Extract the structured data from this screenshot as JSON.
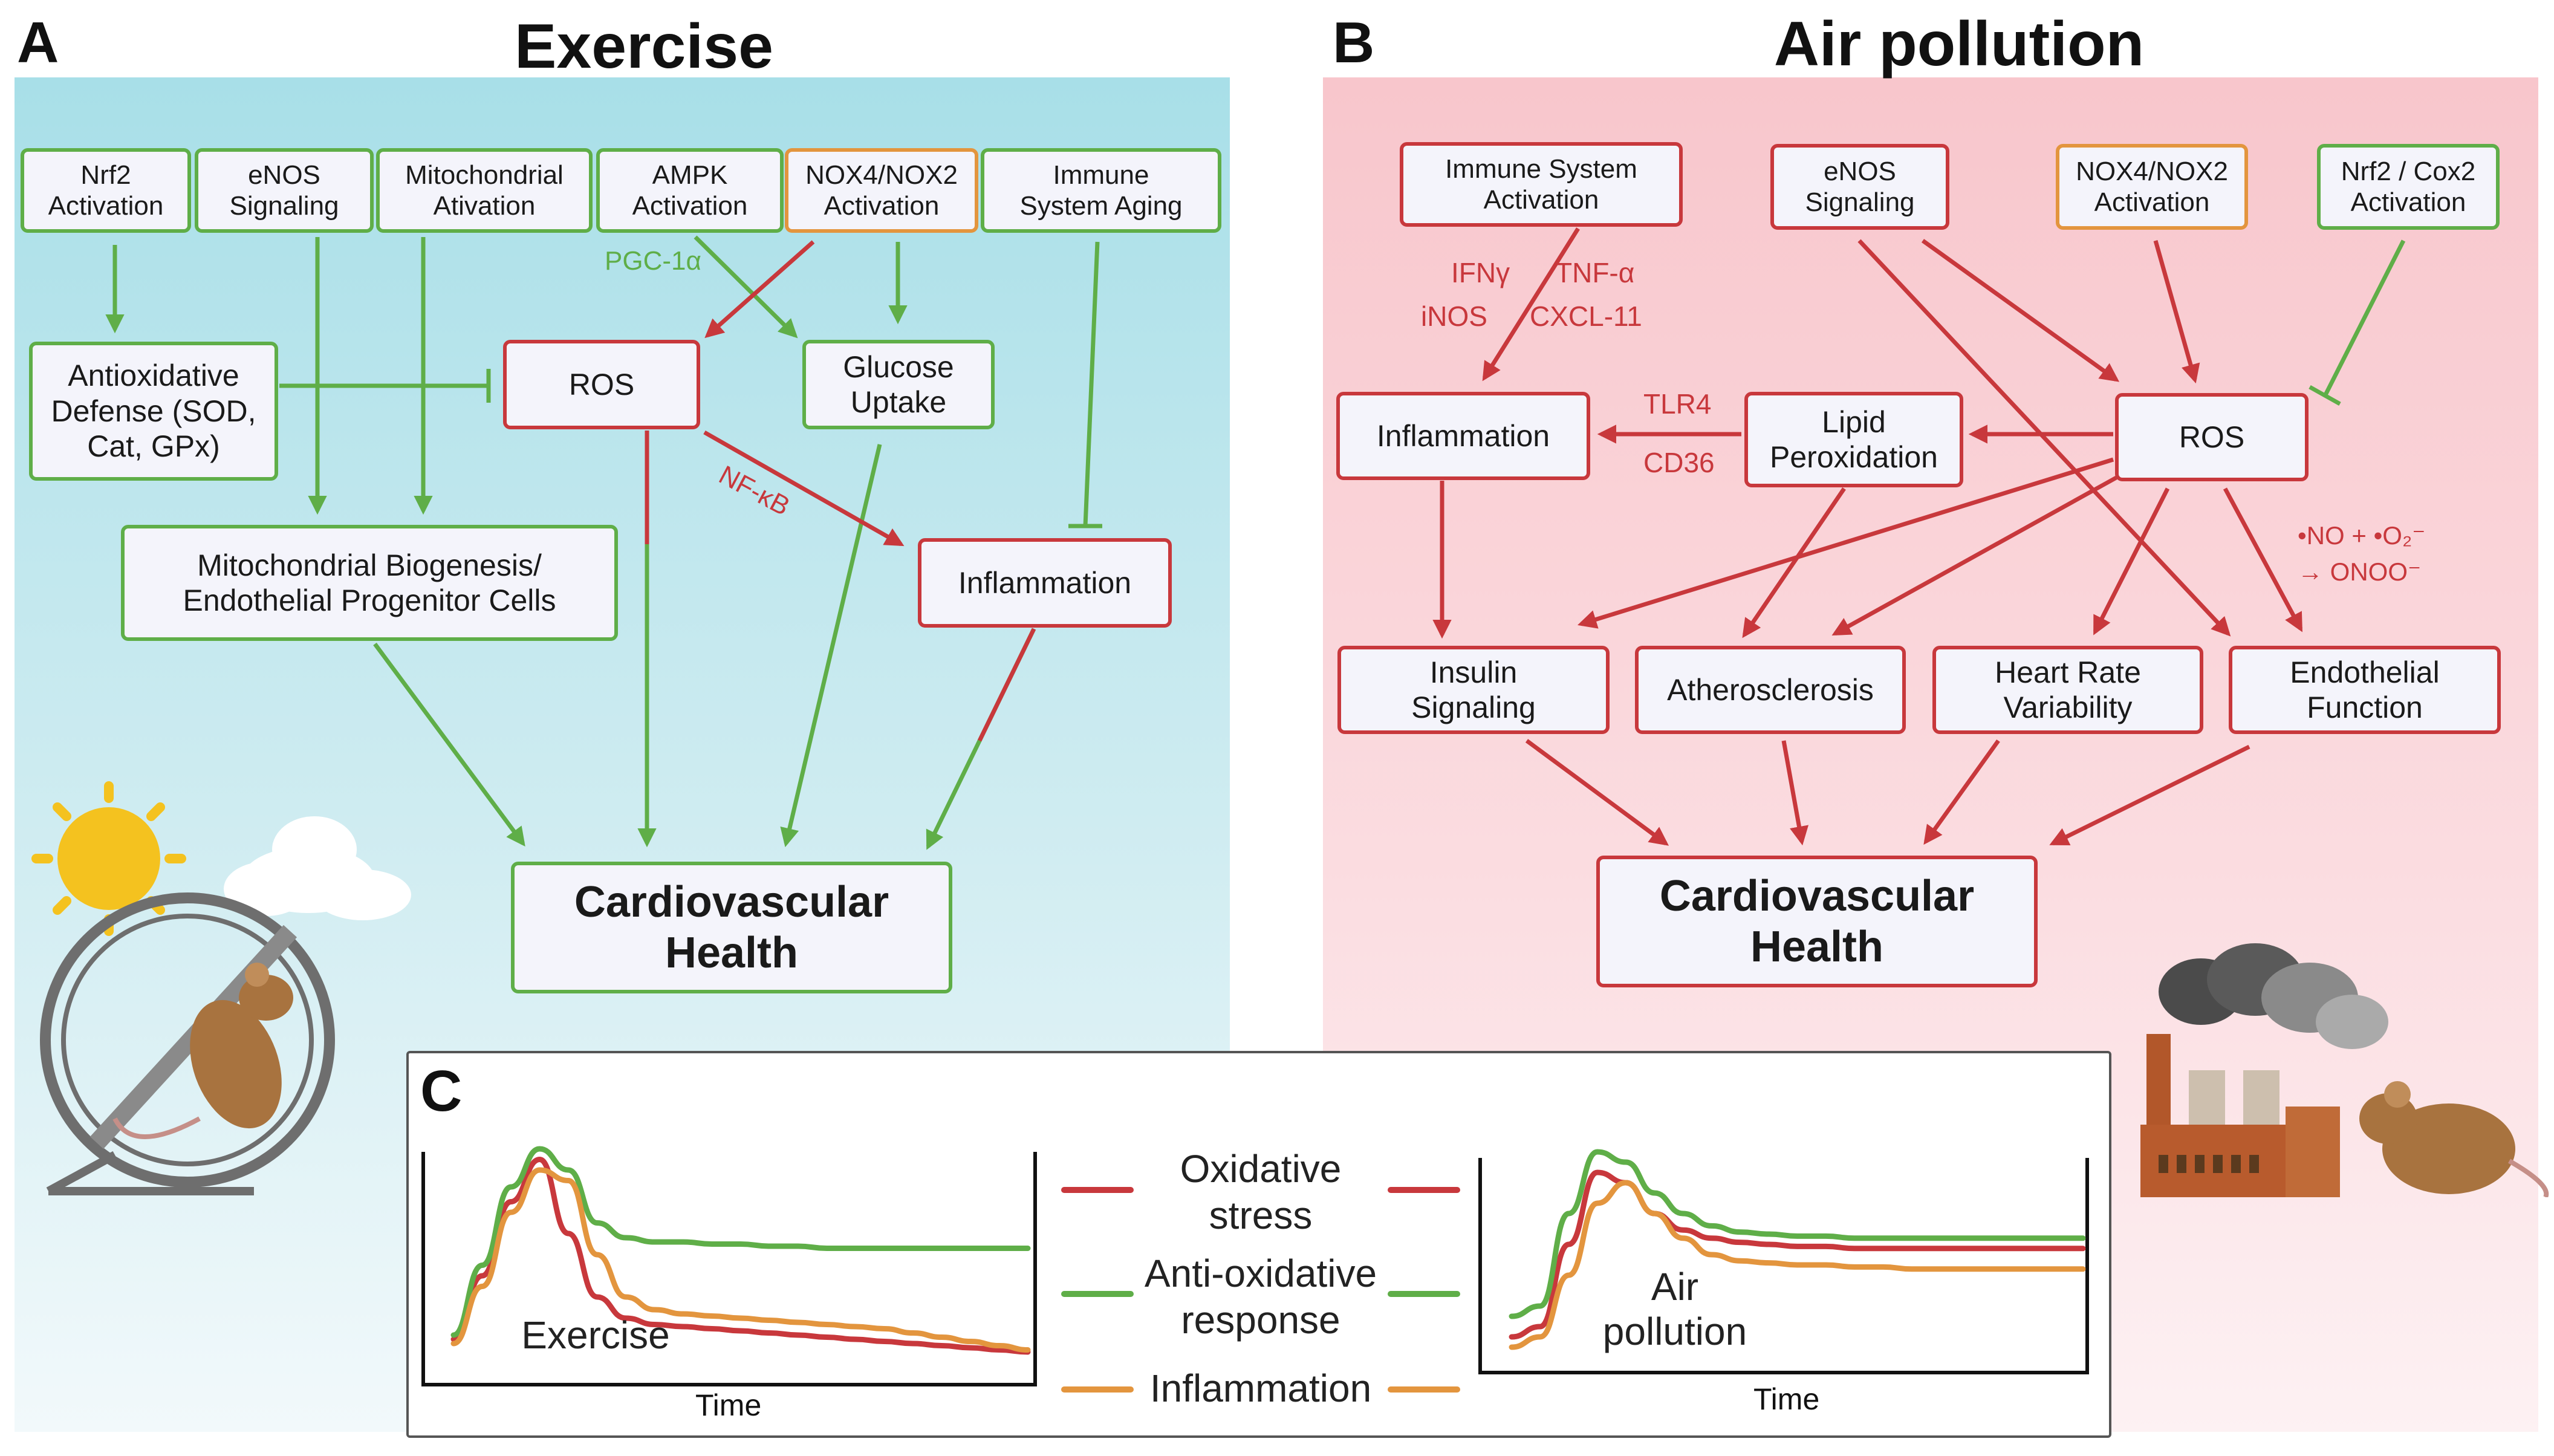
{
  "panels": {
    "a": {
      "letter": "A",
      "title": "Exercise"
    },
    "b": {
      "letter": "B",
      "title": "Air pollution"
    },
    "c": {
      "letter": "C"
    }
  },
  "exercise": {
    "nrf2": "Nrf2\nActivation",
    "enos": "eNOS\nSignaling",
    "mito_activation": "Mitochondrial\nAtivation",
    "ampk": "AMPK\nActivation",
    "nox": "NOX4/NOX2\nActivation",
    "immune_aging": "Immune\nSystem Aging",
    "antioxidative": "Antioxidative\nDefense (SOD,\nCat, GPx)",
    "ros": "ROS",
    "glucose": "Glucose\nUptake",
    "mito_biogenesis": "Mitochondrial Biogenesis/\nEndothelial Progenitor Cells",
    "inflammation": "Inflammation",
    "cardio": "Cardiovascular\nHealth",
    "label_pgc": "PGC-1α",
    "label_nfkb": "NF-κB"
  },
  "pollution": {
    "immune_activation": "Immune System\nActivation",
    "enos": "eNOS\nSignaling",
    "nox": "NOX4/NOX2\nActivation",
    "nrf2_cox2": "Nrf2 / Cox2\nActivation",
    "inflammation": "Inflammation",
    "lipid": "Lipid\nPeroxidation",
    "ros": "ROS",
    "insulin": "Insulin\nSignaling",
    "atherosclerosis": "Atherosclerosis",
    "hrv": "Heart Rate\nVariability",
    "endothelial": "Endothelial\nFunction",
    "cardio": "Cardiovascular\nHealth",
    "label_ifng": "IFNγ",
    "label_tnfa": "TNF-α",
    "label_inos": "iNOS",
    "label_cxcl": "CXCL-11",
    "label_tlr4": "TLR4",
    "label_cd36": "CD36",
    "label_no": "•NO + •O₂⁻",
    "label_onoo": "→ ONOO⁻"
  },
  "legend": {
    "oxidative": "Oxidative\nstress",
    "antioxidative": "Anti-oxidative\nresponse",
    "inflammation": "Inflammation"
  },
  "chart_labels": {
    "exercise": "Exercise",
    "pollution": "Air\npollution",
    "time_left": "Time",
    "time_right": "Time"
  },
  "colors": {
    "exercise_green": "#5fae48",
    "pollution_red": "#c8383c",
    "orange": "#e3953e",
    "exercise_bg_top": "#a8dfe8",
    "pollution_bg_top": "#f8c6cc"
  },
  "chart_data": [
    {
      "type": "line",
      "title": "",
      "xlabel": "Time",
      "ylabel": "",
      "x": [
        0,
        1,
        2,
        3,
        4,
        5,
        6,
        7,
        8,
        9,
        10,
        11,
        12,
        13,
        14,
        15,
        16,
        17,
        18,
        19,
        20
      ],
      "series": [
        {
          "name": "Oxidative stress",
          "values": [
            0.1,
            0.4,
            0.75,
            0.95,
            0.6,
            0.3,
            0.2,
            0.17,
            0.16,
            0.15,
            0.14,
            0.13,
            0.12,
            0.11,
            0.1,
            0.09,
            0.08,
            0.07,
            0.06,
            0.05,
            0.04
          ]
        },
        {
          "name": "Anti-oxidative response",
          "values": [
            0.12,
            0.45,
            0.82,
            1.0,
            0.9,
            0.65,
            0.58,
            0.56,
            0.56,
            0.55,
            0.55,
            0.54,
            0.54,
            0.53,
            0.53,
            0.53,
            0.53,
            0.53,
            0.53,
            0.53,
            0.53
          ]
        },
        {
          "name": "Inflammation",
          "values": [
            0.08,
            0.35,
            0.7,
            0.9,
            0.85,
            0.5,
            0.3,
            0.24,
            0.22,
            0.21,
            0.2,
            0.19,
            0.18,
            0.17,
            0.16,
            0.15,
            0.13,
            0.11,
            0.09,
            0.07,
            0.05
          ]
        }
      ]
    },
    {
      "type": "line",
      "title": "",
      "xlabel": "Time",
      "ylabel": "",
      "x": [
        0,
        1,
        2,
        3,
        4,
        5,
        6,
        7,
        8,
        9,
        10,
        11,
        12,
        13,
        14,
        15,
        16,
        17,
        18,
        19,
        20
      ],
      "series": [
        {
          "name": "Oxidative stress",
          "values": [
            0.1,
            0.15,
            0.55,
            0.9,
            0.85,
            0.7,
            0.62,
            0.58,
            0.56,
            0.55,
            0.54,
            0.54,
            0.53,
            0.53,
            0.53,
            0.53,
            0.53,
            0.53,
            0.53,
            0.53,
            0.53
          ]
        },
        {
          "name": "Anti-oxidative response",
          "values": [
            0.2,
            0.25,
            0.7,
            1.0,
            0.95,
            0.8,
            0.7,
            0.64,
            0.61,
            0.6,
            0.59,
            0.59,
            0.58,
            0.58,
            0.58,
            0.58,
            0.58,
            0.58,
            0.58,
            0.58,
            0.58
          ]
        },
        {
          "name": "Inflammation",
          "values": [
            0.05,
            0.1,
            0.4,
            0.75,
            0.85,
            0.7,
            0.58,
            0.5,
            0.47,
            0.46,
            0.45,
            0.45,
            0.44,
            0.44,
            0.43,
            0.43,
            0.43,
            0.43,
            0.43,
            0.43,
            0.43
          ]
        }
      ]
    }
  ]
}
